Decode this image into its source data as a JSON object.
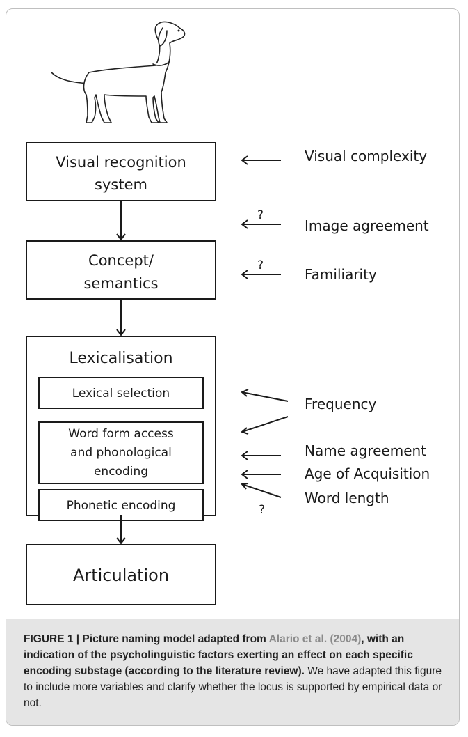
{
  "diagram": {
    "stages": {
      "visual_recognition": [
        "Visual recognition",
        "system"
      ],
      "concept": [
        "Concept/",
        "semantics"
      ],
      "lexicalisation": "Lexicalisation",
      "lexical_selection": "Lexical selection",
      "word_form": [
        "Word form access",
        "and phonological",
        "encoding"
      ],
      "phonetic_encoding": "Phonetic encoding",
      "articulation": "Articulation"
    },
    "factors": {
      "visual_complexity": "Visual complexity",
      "image_agreement": "Image agreement",
      "familiarity": "Familiarity",
      "frequency": "Frequency",
      "name_agreement": "Name agreement",
      "age_of_acquisition": "Age of Acquisition",
      "word_length": "Word length"
    },
    "uncertain_marker": "?",
    "image": {
      "icon": "dog-illustration"
    }
  },
  "caption": {
    "prefix": "FIGURE 1 | Picture naming model adapted from ",
    "reference": "Alario et al. (2004)",
    "bold_rest": ", with an indication of the psycholinguistic factors exerting an effect on each specific encoding substage (according to the literature review).",
    "body": " We have adapted this figure to include more variables and clarify whether the locus is supported by empirical data or not."
  },
  "colors": {
    "text": "#1a1a1a",
    "caption_bg": "#e5e5e5",
    "reference": "#8a8a8a",
    "border": "#bfbfbf"
  }
}
